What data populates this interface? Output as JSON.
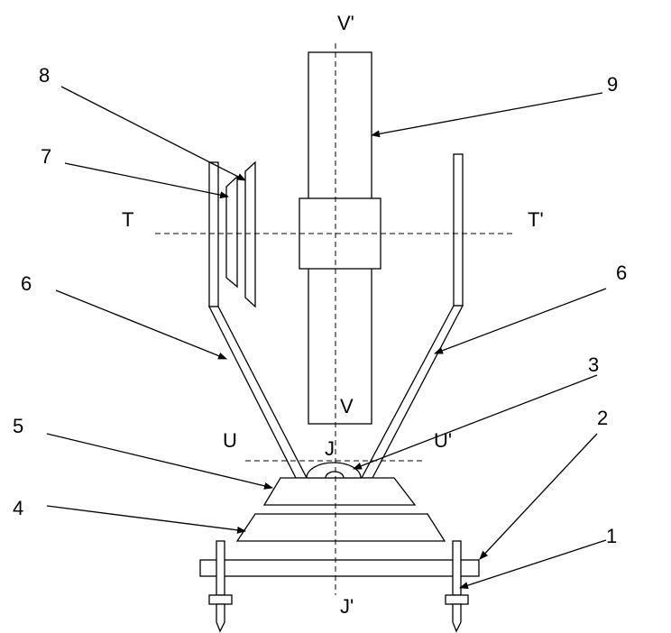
{
  "axes": {
    "v_top": "V'",
    "v_bottom": "V",
    "t_left": "T",
    "t_right": "T'",
    "u_left": "U",
    "u_right": "U'",
    "j_top": "J",
    "j_bottom": "J'"
  },
  "callouts": {
    "n1": "1",
    "n2": "2",
    "n3": "3",
    "n4": "4",
    "n5": "5",
    "n6_left": "6",
    "n6_right": "6",
    "n7": "7",
    "n8": "8",
    "n9": "9"
  }
}
